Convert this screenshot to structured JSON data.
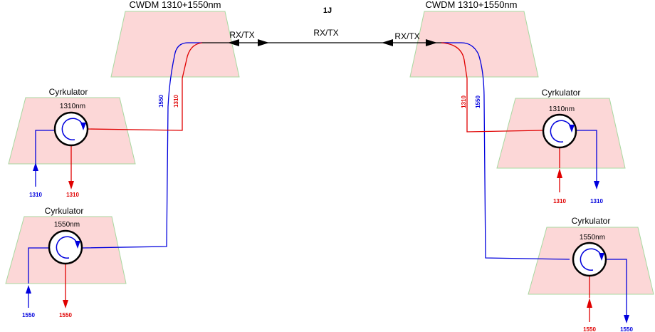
{
  "diagram": {
    "mark": "1J",
    "link_label": "RX/TX",
    "cwdm_left": {
      "title": "CWDM 1310+1550nm",
      "port_label": "RX/TX"
    },
    "cwdm_right": {
      "title": "CWDM 1310+1550nm",
      "port_label": "RX/TX"
    },
    "left_vertical_labels": {
      "blue": "1550",
      "red": "1310"
    },
    "right_vertical_labels": {
      "red": "1310",
      "blue": "1550"
    },
    "circulators": {
      "tl": {
        "title": "Cyrkulator",
        "wavelength": "1310nm",
        "in_label": "1310",
        "out_label": "1310"
      },
      "bl": {
        "title": "Cyrkulator",
        "wavelength": "1550nm",
        "in_label": "1550",
        "out_label": "1550"
      },
      "tr": {
        "title": "Cyrkulator",
        "wavelength": "1310nm",
        "in_label": "1310",
        "out_label": "1310"
      },
      "br": {
        "title": "Cyrkulator",
        "wavelength": "1550nm",
        "in_label": "1550",
        "out_label": "1550"
      }
    },
    "colors": {
      "panel_fill": "#fcd7d7",
      "panel_stroke": "#a8d8a0",
      "blue": "#0000dd",
      "red": "#e00000",
      "black": "#000000"
    }
  }
}
